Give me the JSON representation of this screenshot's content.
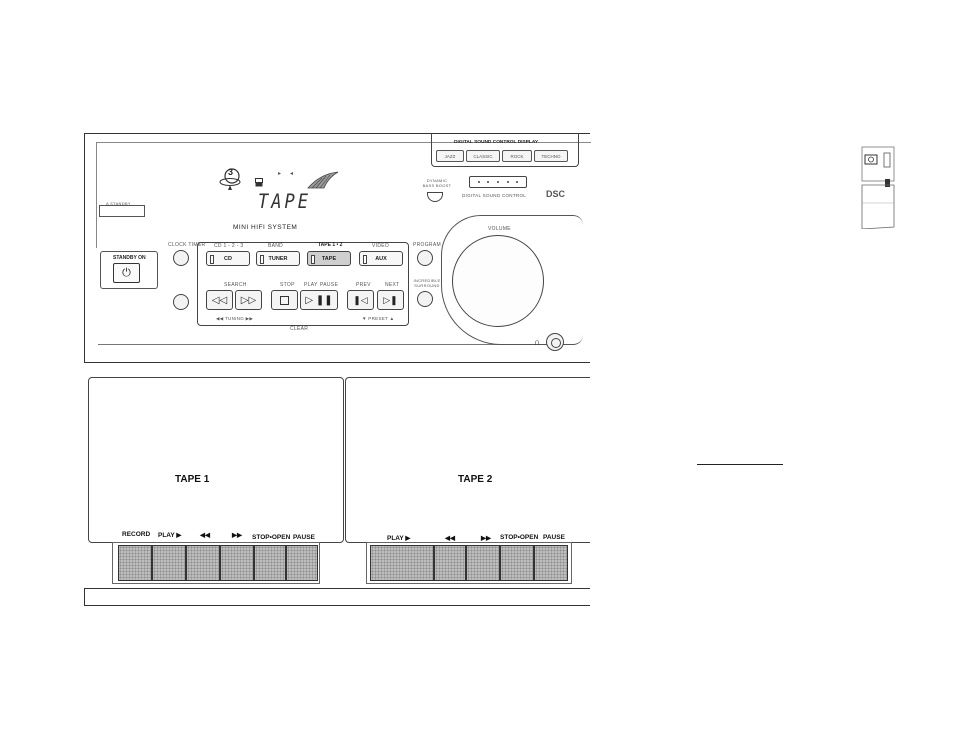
{
  "display": {
    "mode_text": "TAPE",
    "disc_number": "3"
  },
  "top_panel": {
    "standby_small_label": "A STANDBY",
    "mini_hifi_label": "MINI HIFI SYSTEM",
    "standby_on_label": "STANDBY ON",
    "click_label": "CLOCK TIMER",
    "cd_group_label": "CD 1 - 2 - 3",
    "band_label": "BAND",
    "tape_group_label": "TAPE 1 • 2",
    "video_label": "VIDEO",
    "progr_label": "PROGRAM",
    "sources": [
      {
        "label": "CD"
      },
      {
        "label": "TUNER"
      },
      {
        "label": "TAPE"
      },
      {
        "label": "AUX"
      }
    ],
    "search_label": "SEARCH",
    "stop_label": "STOP",
    "play_label": "PLAY",
    "pause_label": "PAUSE",
    "prev_label": "PREV",
    "next_label": "NEXT",
    "tuning_label": "◀◀ TUNING ▶▶",
    "clear_label": "CLEAR",
    "preset_label": "▼ PRESET ▲",
    "dynamic_bass_label": "DYNAMIC BASS BOOST",
    "incredible_surround_label": "INCREDIBLE SURROUND",
    "volume_label": "VOLUME",
    "dsc_display_title": "DIGITAL SOUND CONTROL DISPLAY",
    "dsc_presets": [
      "JAZZ",
      "CLASSIC",
      "ROCK",
      "TECHNO"
    ],
    "digital_sound_control_label": "DIGITAL SOUND CONTROL",
    "dsc_label": "DSC"
  },
  "tape1": {
    "title": "TAPE 1",
    "labels": [
      "RECORD",
      "PLAY ▶",
      "◀◀",
      "▶▶",
      "STOP•OPEN",
      "PAUSE"
    ]
  },
  "tape2": {
    "title": "TAPE 2",
    "labels": [
      "PLAY ▶",
      "◀◀",
      "▶▶",
      "STOP•OPEN",
      "PAUSE"
    ]
  }
}
